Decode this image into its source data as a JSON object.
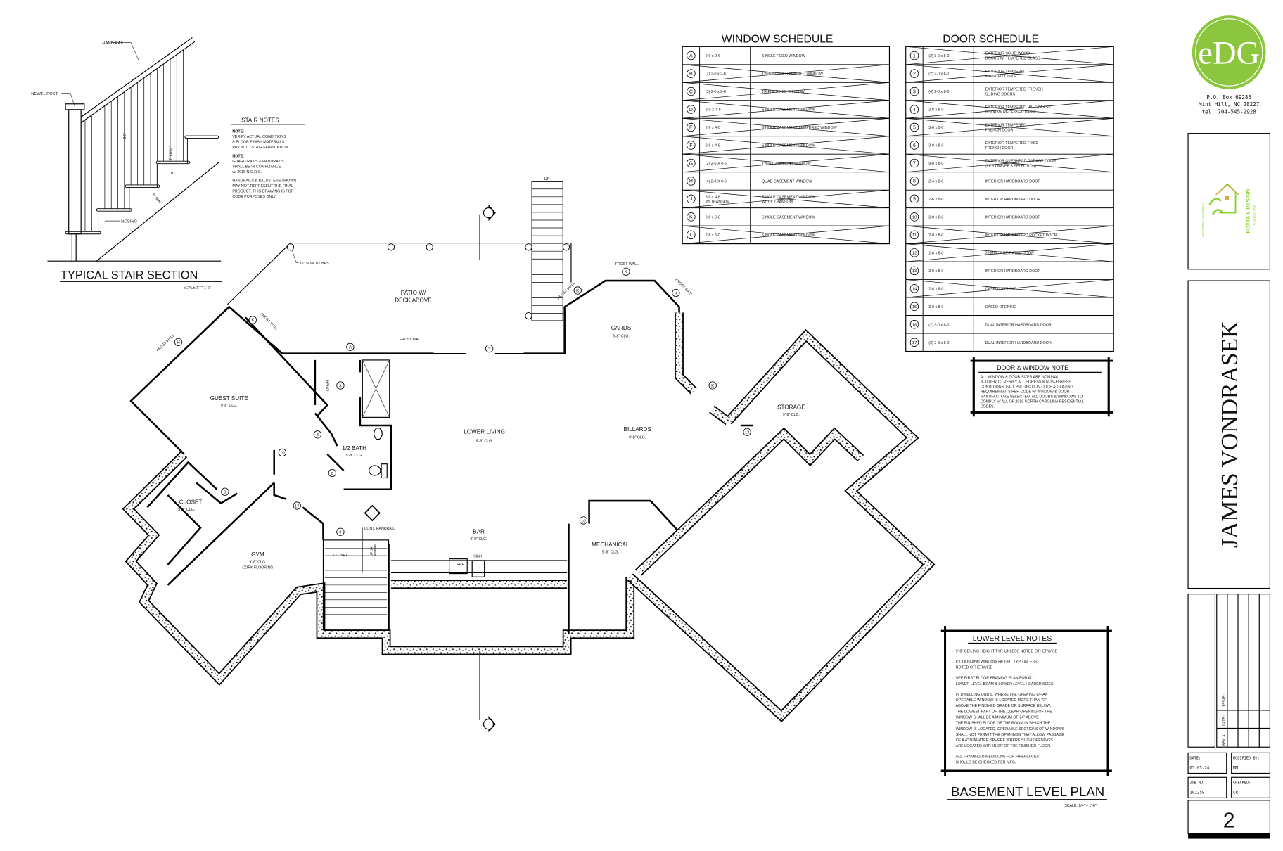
{
  "stair_section": {
    "title": "TYPICAL STAIR SECTION",
    "scale": "SCALE 1\" = 1'-0\"",
    "labels": {
      "hand_rail": "HAND RAIL",
      "newel_post": "NEWEL POST",
      "nosing": "NOSING",
      "height": "36\"",
      "riser": "7 11/32\"",
      "tread": "10\"",
      "min": "6\" MIN"
    }
  },
  "stair_notes": {
    "title": "STAIR NOTES",
    "blocks": [
      {
        "head": "NOTE:",
        "lines": [
          "VERIFY ACTUAL CONDITIONS",
          "& FLOOR FINISH MATERIALS",
          "PRIOR TO STAIR FABRICATION"
        ]
      },
      {
        "head": "NOTE:",
        "lines": [
          "GUARD RAILS & HANDRAILS",
          "SHALL BE IN COMPLIANCE",
          "w/ 2018 N.C.R.C."
        ]
      },
      {
        "head": "",
        "lines": [
          "HANDRAILS & BALUSTERS SHOWN",
          "MAY NOT REPRESENT THE FINAL",
          "PRODUCT. THIS DRAWING IS FOR",
          "CODE PURPOSES ONLY."
        ]
      }
    ]
  },
  "window_schedule": {
    "title": "WINDOW SCHEDULE",
    "rows": [
      {
        "tag": "A",
        "size": [
          "2-0 x 2-6"
        ],
        "desc": [
          "SINGLE FIXED WINDOW"
        ],
        "struck": false
      },
      {
        "tag": "B",
        "size": [
          "(2) 2-0 x 2-6"
        ],
        "desc": [
          "TWIN FIXED TEMPERED WINDOW"
        ],
        "struck": true
      },
      {
        "tag": "C",
        "size": [
          "(3) 2-0 x 2-6"
        ],
        "desc": [
          "TRIPLE FIXED WINDOW"
        ],
        "struck": true
      },
      {
        "tag": "D",
        "size": [
          "2-0 X 4-6"
        ],
        "desc": [
          "SINGLE CASEMENT WINDOW"
        ],
        "struck": true
      },
      {
        "tag": "E",
        "size": [
          "2-6 x 4-0"
        ],
        "desc": [
          "SINGLE CASEMENT TEMPERED WINDOW"
        ],
        "struck": true
      },
      {
        "tag": "F",
        "size": [
          "2-6 x 4-6"
        ],
        "desc": [
          "SINGLE CASEMENT WINDOW"
        ],
        "struck": true
      },
      {
        "tag": "G",
        "size": [
          "(2) 2-6 X 4-6"
        ],
        "desc": [
          "TWIN CASEMENT WINDOW"
        ],
        "struck": true
      },
      {
        "tag": "H",
        "size": [
          "(4) 2-8 X 6-0"
        ],
        "desc": [
          "QUAD CASEMENT WINDOW"
        ],
        "struck": false
      },
      {
        "tag": "J",
        "size": [
          "3-0 x 4-6",
          "W/ TRANSOM"
        ],
        "desc": [
          "SINGLE CASEMENT WINDOW",
          "W/ 18\" TRANSOM"
        ],
        "struck": true
      },
      {
        "tag": "K",
        "size": [
          "3-0 x 6-0"
        ],
        "desc": [
          "SINGLE CASEMENT WINDOW"
        ],
        "struck": false
      },
      {
        "tag": "L",
        "size": [
          "2-6 x 6-0"
        ],
        "desc": [
          "SINGLE CASEMENT WINDOW"
        ],
        "struck": true
      }
    ]
  },
  "door_schedule": {
    "title": "DOOR SCHEDULE",
    "rows": [
      {
        "tag": "1",
        "size": [
          "(2) 3-0 x 8-0"
        ],
        "desc": [
          "EXTERIOR SOLID WOOD",
          "DOORS W/ TEMPERED GLASS"
        ],
        "struck": true
      },
      {
        "tag": "2",
        "size": [
          "(2) 2-0 x 8-0"
        ],
        "desc": [
          "EXTERIOR TEMPERED",
          "FRENCH DOORS"
        ],
        "struck": true
      },
      {
        "tag": "3",
        "size": [
          "(4) 2-8 x 8-0"
        ],
        "desc": [
          "EXTERIOR TEMPERED FRENCH",
          "SLIDING DOORS"
        ],
        "struck": false
      },
      {
        "tag": "4",
        "size": [
          "2-8 x 8-0"
        ],
        "desc": [
          "EXTERIOR TEMPERED HALF-GLASS",
          "DOOR W/ RECESSED PANEL"
        ],
        "struck": true
      },
      {
        "tag": "5",
        "size": [
          "3-0 x 8-0"
        ],
        "desc": [
          "EXTERIOR TEMPERED",
          "FRENCH DOOR"
        ],
        "struck": true
      },
      {
        "tag": "6",
        "size": [
          "3-0 x 8-0"
        ],
        "desc": [
          "EXTERIOR TEMPERED FIXED",
          "FRENCH DOOR"
        ],
        "struck": false
      },
      {
        "tag": "7",
        "size": [
          "9-0 x 8-0"
        ],
        "desc": [
          "EXTERIOR OVERHEAD GARAGE DOOR",
          "(PER OWNER'S SELECTION)"
        ],
        "struck": true
      },
      {
        "tag": "8",
        "size": [
          "2-4 x 8-0"
        ],
        "desc": [
          "INTERIOR HARDBOARD DOOR"
        ],
        "struck": false
      },
      {
        "tag": "9",
        "size": [
          "2-6 x 8-0"
        ],
        "desc": [
          "INTERIOR HARDBOARD DOOR"
        ],
        "struck": false
      },
      {
        "tag": "10",
        "size": [
          "2-8 x 8-0"
        ],
        "desc": [
          "INTERIOR HARDBOARD DOOR"
        ],
        "struck": false
      },
      {
        "tag": "11",
        "size": [
          "2-8 x 8-0"
        ],
        "desc": [
          "INTERIOR HARDBOARD POCKET DOOR"
        ],
        "struck": true
      },
      {
        "tag": "12",
        "size": [
          "2-8 x 8-0"
        ],
        "desc": [
          "20 MIN. FIRE-RATED DOOR"
        ],
        "struck": true
      },
      {
        "tag": "13",
        "size": [
          "3-0 x 8-0"
        ],
        "desc": [
          "INTERIOR HARDBOARD DOOR"
        ],
        "struck": false
      },
      {
        "tag": "14",
        "size": [
          "2-8 x 8-0"
        ],
        "desc": [
          "CASED OPENING"
        ],
        "struck": true
      },
      {
        "tag": "15",
        "size": [
          "3-0 x 8-0"
        ],
        "desc": [
          "CASED OPENING"
        ],
        "struck": false
      },
      {
        "tag": "16",
        "size": [
          "(2) 3-0 x 8-0"
        ],
        "desc": [
          "DUAL INTERIOR HARDBOARD DOOR"
        ],
        "struck": false
      },
      {
        "tag": "17",
        "size": [
          "(2) 2-8 x 8-0"
        ],
        "desc": [
          "DUAL INTERIOR HARDBOARD DOOR"
        ],
        "struck": false
      }
    ]
  },
  "door_window_note": {
    "title": "DOOR & WINDOW NOTE",
    "lines": [
      "ALL WINDOW & DOOR SIZES ARE NOMINAL.",
      "BUILDER TO VERIFY ALL EGRESS & NON-EGRESS",
      "CONDITIONS, FALL PROTECTION CODE & GLAZING",
      "REQUIREMENTS PER CODE w/ WINDOW & DOOR",
      "MANUFACTURE SELECTED. ALL DOORS & WINDOWS TO",
      "COMPLY w/ ALL OF 2018 NORTH CAROLINA RESIDENTIAL",
      "CODES."
    ]
  },
  "lower_level_notes": {
    "title": "LOWER LEVEL NOTES",
    "notes": [
      [
        "9'-8\" CEILING HEIGHT TYP. UNLESS NOTED OTHERWISE"
      ],
      [
        "8' DOOR AND WINDOW HEIGHT TYP. UNLESS",
        "NOTED OTHERWISE"
      ],
      [
        "SEE FIRST FLOOR FRAMING PLAN FOR ALL",
        "LOWER LEVEL BEAM & LOWER LEVEL HEADER SIZES."
      ],
      [
        "IN DWELLING UNITS, WHERE THE OPENING OF AN",
        "OPERABLE WINDOW IS LOCATED MORE THAN 72\"",
        "ABOVE THE FINISHED GRADE OR SURFACE BELOW,",
        "THE LOWEST PART OF THE CLEAR OPENING OF THE",
        "WINDOW SHALL BE A MINIMUM OF 24\" ABOVE",
        "THE FINISHED FLOOR OF THE ROOM IN WHICH THE",
        "WINDOW IS LOCATED. OPERABLE SECTIONS OF WINDOWS",
        "SHALL NOT PERMIT THE OPENINGS THAT ALLOW PASSAGE",
        "OF A 4\" DIAMATER SPHERE WHERE SUCH OPENINGS",
        "ARE LOCATED WITHIN 24\" OF THE FINISHED FLOOR."
      ],
      [
        "ALL FRAMING DIMENSIONS FOR FIREPLACES",
        "SHOULD BE CHECKED PER MFG."
      ]
    ]
  },
  "plan": {
    "title": "BASEMENT LEVEL PLAN",
    "scale": "SCALE: 1/4\" = 1'-0\"",
    "clg": "9'-8\" CLG.",
    "rooms": {
      "patio": [
        "PATIO W/",
        "DECK ABOVE"
      ],
      "guest_suite": "GUEST SUITE",
      "half_bath": "1/2 BATH",
      "lower_living": "LOWER LIVING",
      "billards": "BILLARDS",
      "cards": "CARDS",
      "storage": "STORAGE",
      "closet": "CLOSET",
      "gym": "GYM",
      "gym_floor": "CORK FLOORING",
      "bar": "BAR",
      "mechanical": "MECHANICAL",
      "stair_closet": "CLOSET",
      "linen": "LINEN"
    },
    "labels": {
      "frost_wall": "FROST WALL",
      "sonotubes": "16\" SONOTUBES",
      "up": "UP",
      "ref": "REF.",
      "sink": "SINK",
      "cont_handrail": "CONT. HANDRAIL",
      "risers": [
        "UP 14",
        "RISERS"
      ]
    },
    "window_tags": [
      "H",
      "K",
      "A",
      "K",
      "K",
      "K",
      "K"
    ],
    "door_tags": [
      "3",
      "8",
      "8",
      "10",
      "8",
      "9",
      "17",
      "9",
      "10",
      "13"
    ]
  },
  "title_block": {
    "logo_text": "eDG",
    "address": [
      "P.O. Box 69286",
      "Mint Hill, NC 28227",
      "tel: 704-545-2928"
    ],
    "designer_logo": [
      "FOXTAIL DESIGN",
      "COLLECTIVE",
      "PROFESSIONALLY ENDORSED BY"
    ],
    "client_name": "JAMES VONDRASEK",
    "revision_headers": [
      "REV #",
      "DATE:",
      "ISSUE:"
    ],
    "date_label": "DATE:",
    "date": "05.05.24",
    "modified_label": "MODIFIED BY:",
    "modified": "MM",
    "job_label": "JOB NO.:",
    "job": "102258",
    "checked_label": "CHECKED:",
    "checked": "CR",
    "sheet": "2",
    "colors": {
      "logo_green": "#8cc63f",
      "foxtail_green": "#7ed321"
    }
  }
}
